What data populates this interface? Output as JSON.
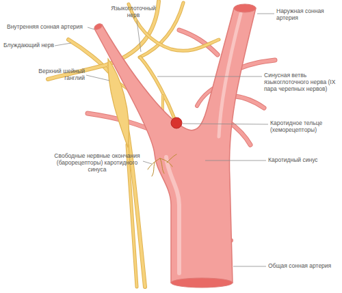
{
  "diagram": {
    "labels": [
      "Языкоглоточный нерв",
      "Внутренняя сонная артерия",
      "Блуждающий нерв",
      "Верхний шейный ганглий",
      "Свободные нервные окончания (барорецепторы) каротидного синуса",
      "Наружная сонная артерия",
      "Синусная ветвь языкоглоточного нерва (IX пара черепных нервов)",
      "Каротидное тельце (хеморецепторы)",
      "Каротидный синус",
      "Общая сонная артерия"
    ]
  }
}
